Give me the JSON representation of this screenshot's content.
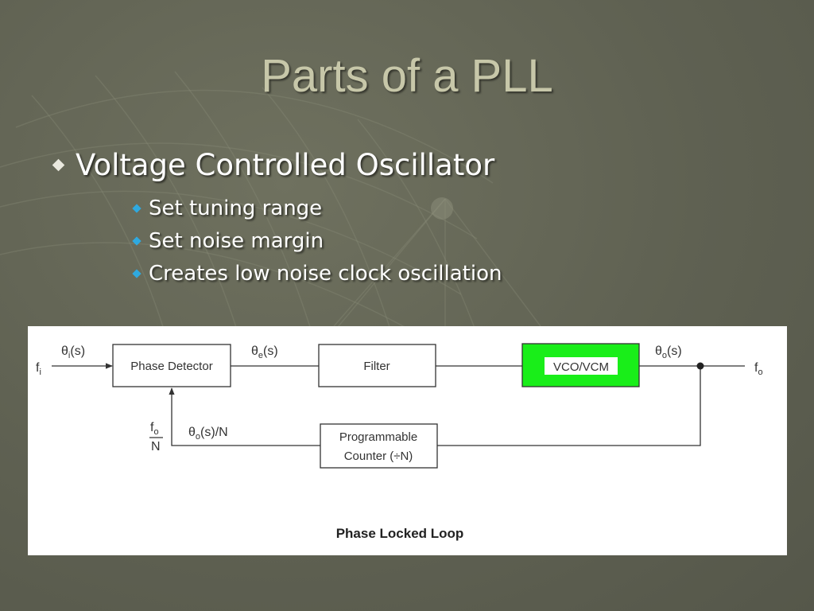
{
  "slide": {
    "title": "Parts of a PLL",
    "bullet": "Voltage Controlled Oscillator",
    "sub_bullets": [
      "Set tuning range",
      "Set noise margin",
      "Creates low noise clock oscillation"
    ]
  },
  "diagram": {
    "caption": "Phase Locked Loop",
    "blocks": {
      "phase_detector": "Phase Detector",
      "filter": "Filter",
      "vco": "VCO/VCM",
      "counter_line1": "Programmable",
      "counter_line2": "Counter (÷N)"
    },
    "signals": {
      "fi_f": "f",
      "fi_sub": "i",
      "theta_i_a": "θ",
      "theta_i_sub": "i",
      "theta_i_b": "(s)",
      "theta_e_a": "θ",
      "theta_e_sub": "e",
      "theta_e_b": "(s)",
      "theta_o_a": "θ",
      "theta_o_sub": "o",
      "theta_o_b": "(s)",
      "fo_f": "f",
      "fo_sub": "o",
      "fb_num_f": "f",
      "fb_num_sub": "o",
      "fb_den": "N",
      "theta_fb_a": "θ",
      "theta_fb_sub": "o",
      "theta_fb_b": "(s)/N"
    },
    "colors": {
      "vco_fill": "#19ee19",
      "line": "#333333"
    }
  }
}
